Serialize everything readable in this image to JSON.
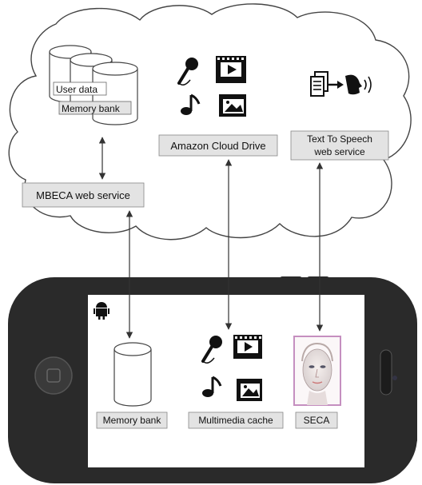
{
  "cloud": {
    "db_labels": {
      "user_data": "User data",
      "memory_bank": "Memory bank"
    },
    "amazon_label": "Amazon Cloud Drive",
    "tts_label_line1": "Text To Speech",
    "tts_label_line2": "web service",
    "mbeca_label": "MBECA web service",
    "media_icons": [
      "microphone-icon",
      "film-icon",
      "music-note-icon",
      "image-icon"
    ],
    "tts_icons": [
      "document-icon",
      "arrow-right-icon",
      "speaking-head-icon"
    ]
  },
  "phone": {
    "platform_icon": "android-icon",
    "memory_bank_label": "Memory bank",
    "multimedia_label": "Multimedia cache",
    "seca_label": "SECA",
    "media_icons": [
      "microphone-icon",
      "film-icon",
      "music-note-icon",
      "image-icon"
    ]
  },
  "colors": {
    "box_fill": "#e3e3e3",
    "phone_body": "#2a2a2a",
    "seca_frame": "#c58fc0"
  }
}
